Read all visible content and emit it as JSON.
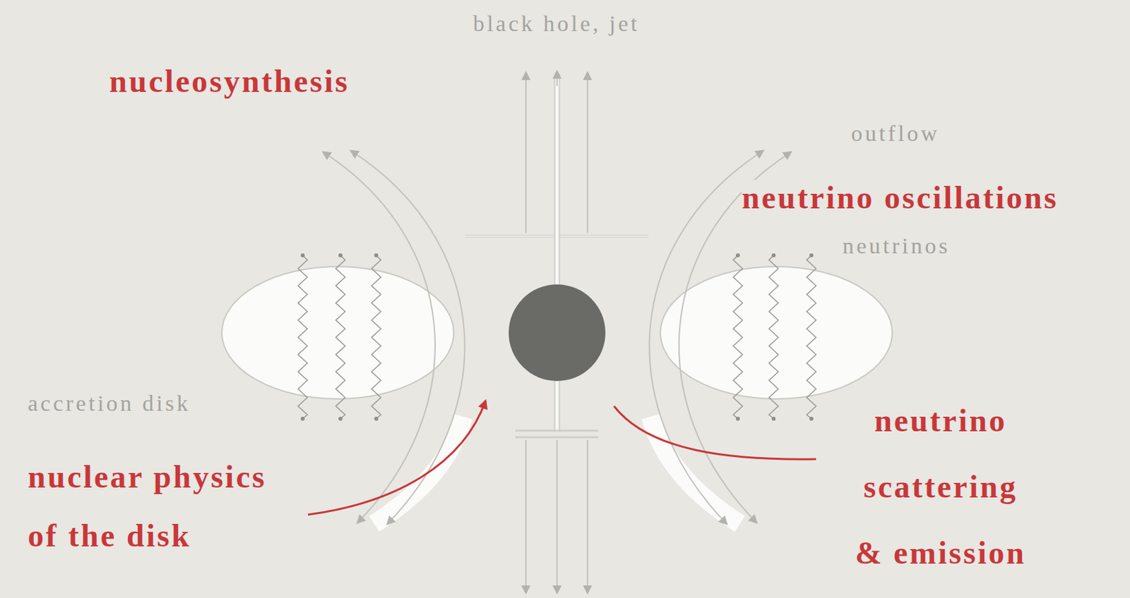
{
  "diagram": {
    "labels": [
      "black hole, jet",
      "nucleosynthesis",
      "outflow",
      "neutrino oscillations",
      "neutrinos",
      "accretion disk",
      "nuclear physics of the disk",
      "neutrino scattering & emission"
    ]
  }
}
